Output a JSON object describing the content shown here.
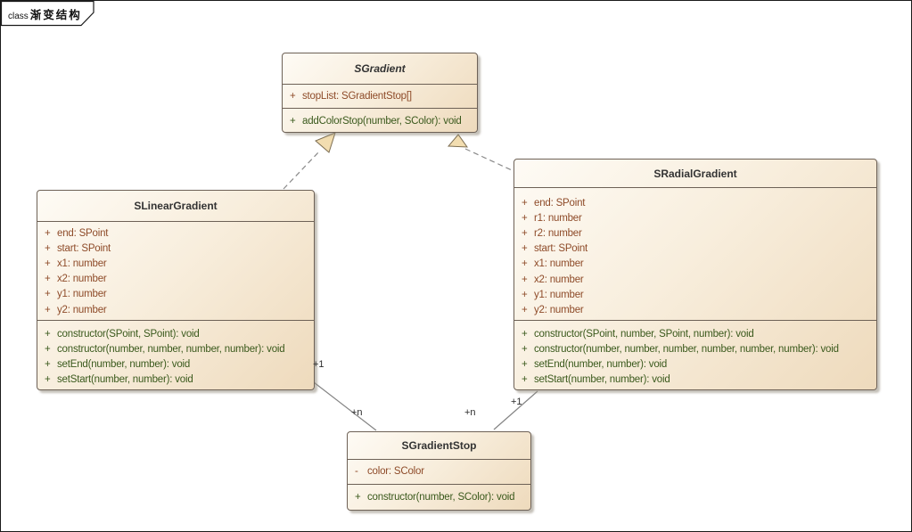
{
  "frame": {
    "keyword": "class",
    "title": "渐变结构"
  },
  "colors": {
    "box_fill_light": "#fefbf5",
    "box_fill_dark": "#eedabc",
    "box_border": "#6d6156",
    "attribute_text": "#8e4b29",
    "method_text": "#3a591c",
    "arrowhead_fill": "#f2ddb0",
    "connector_line": "#8a8a8a"
  },
  "classes": {
    "sgradient": {
      "name": "SGradient",
      "abstract": true,
      "attributes": [
        {
          "vis": "+",
          "text": "stopList: SGradientStop[]"
        }
      ],
      "methods": [
        {
          "vis": "+",
          "text": "addColorStop(number, SColor): void"
        }
      ]
    },
    "slinear": {
      "name": "SLinearGradient",
      "abstract": false,
      "attributes": [
        {
          "vis": "+",
          "text": "end: SPoint"
        },
        {
          "vis": "+",
          "text": "start: SPoint"
        },
        {
          "vis": "+",
          "text": "x1: number"
        },
        {
          "vis": "+",
          "text": "x2: number"
        },
        {
          "vis": "+",
          "text": "y1: number"
        },
        {
          "vis": "+",
          "text": "y2: number"
        }
      ],
      "methods": [
        {
          "vis": "+",
          "text": "constructor(SPoint, SPoint): void"
        },
        {
          "vis": "+",
          "text": "constructor(number, number, number, number): void"
        },
        {
          "vis": "+",
          "text": "setEnd(number, number): void"
        },
        {
          "vis": "+",
          "text": "setStart(number, number): void"
        }
      ]
    },
    "sradial": {
      "name": "SRadialGradient",
      "abstract": false,
      "attributes": [
        {
          "vis": "+",
          "text": "end: SPoint"
        },
        {
          "vis": "+",
          "text": "r1: number"
        },
        {
          "vis": "+",
          "text": "r2: number"
        },
        {
          "vis": "+",
          "text": "start: SPoint"
        },
        {
          "vis": "+",
          "text": "x1: number"
        },
        {
          "vis": "+",
          "text": "x2: number"
        },
        {
          "vis": "+",
          "text": "y1: number"
        },
        {
          "vis": "+",
          "text": "y2: number"
        }
      ],
      "methods": [
        {
          "vis": "+",
          "text": "constructor(SPoint, number, SPoint, number): void"
        },
        {
          "vis": "+",
          "text": "constructor(number, number, number, number, number, number): void"
        },
        {
          "vis": "+",
          "text": "setEnd(number, number): void"
        },
        {
          "vis": "+",
          "text": "setStart(number, number): void"
        }
      ]
    },
    "sstop": {
      "name": "SGradientStop",
      "abstract": false,
      "attributes": [
        {
          "vis": "-",
          "text": "color: SColor"
        }
      ],
      "methods": [
        {
          "vis": "+",
          "text": "constructor(number, SColor): void"
        }
      ]
    }
  },
  "relationships": {
    "generalizations": [
      {
        "from": "SLinearGradient",
        "to": "SGradient",
        "style": "dashed"
      },
      {
        "from": "SRadialGradient",
        "to": "SGradient",
        "style": "dashed"
      }
    ],
    "associations": [
      {
        "from": "SLinearGradient",
        "to": "SGradientStop",
        "source_multiplicity": "+1",
        "target_multiplicity": "+n"
      },
      {
        "from": "SRadialGradient",
        "to": "SGradientStop",
        "source_multiplicity": "+1",
        "target_multiplicity": "+n"
      }
    ]
  }
}
